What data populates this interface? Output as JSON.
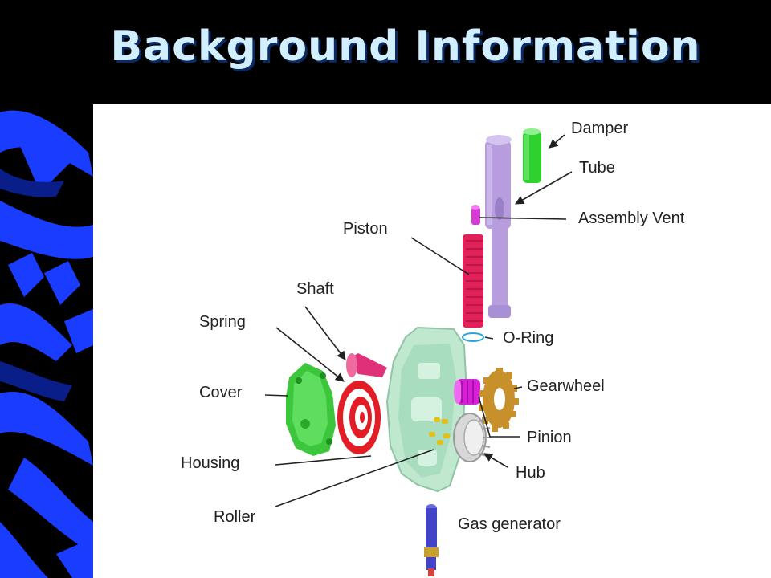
{
  "title": "Background Information",
  "labels": {
    "damper": "Damper",
    "tube": "Tube",
    "assembly_vent": "Assembly Vent",
    "piston": "Piston",
    "shaft": "Shaft",
    "spring": "Spring",
    "o_ring": "O-Ring",
    "gearwheel": "Gearwheel",
    "cover": "Cover",
    "pinion": "Pinion",
    "housing": "Housing",
    "hub": "Hub",
    "roller": "Roller",
    "gas_generator": "Gas generator"
  },
  "colors": {
    "title": "#d2efff",
    "damper": "#2ed12e",
    "tube": "#b79cde",
    "piston": "#e0215a",
    "vent": "#d63bd6",
    "shaft": "#e0307a",
    "spring": "#e21d26",
    "cover": "#3bc63b",
    "housing": "#bfe8cf",
    "pinion": "#d81fd8",
    "gearwheel": "#c8902a",
    "hub": "#d8d8d8",
    "gas_generator": "#4343c8",
    "side_art": "#1a3cff"
  }
}
